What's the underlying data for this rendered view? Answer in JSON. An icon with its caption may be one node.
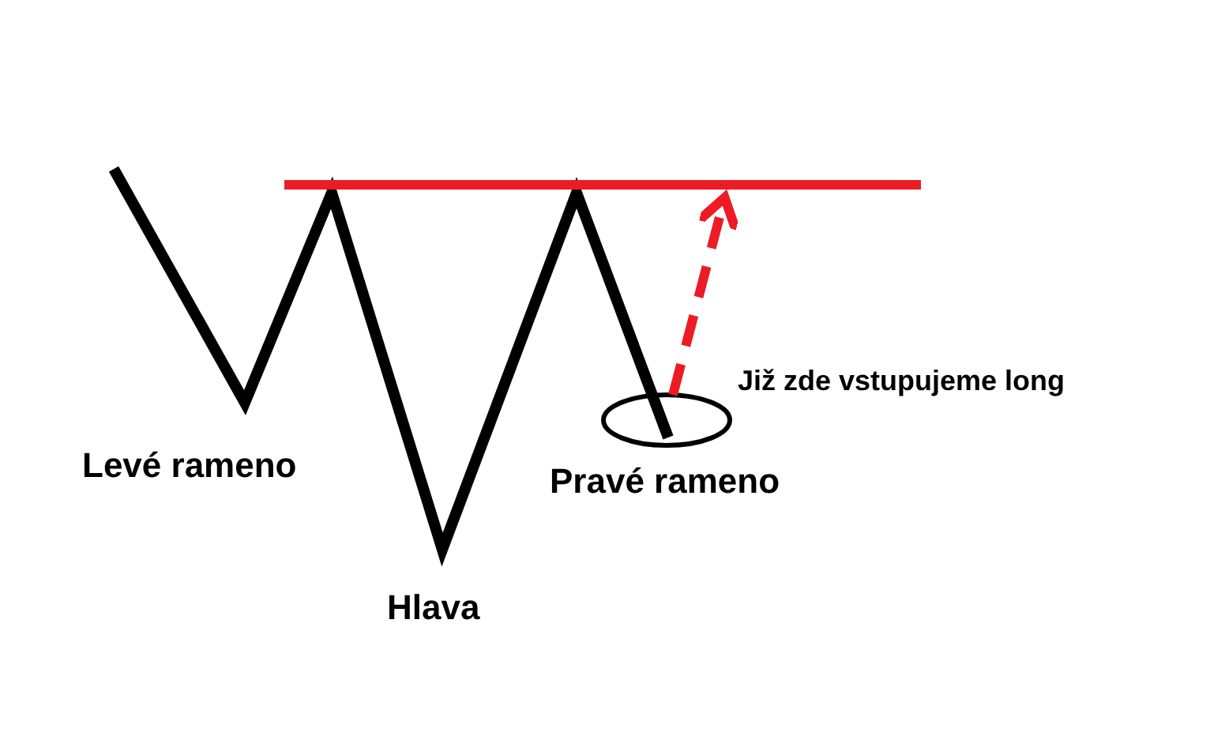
{
  "diagram": {
    "labels": [
      "Levé rameno",
      "Hlava",
      "Pravé rameno",
      "Již zde vstupujeme long"
    ]
  }
}
